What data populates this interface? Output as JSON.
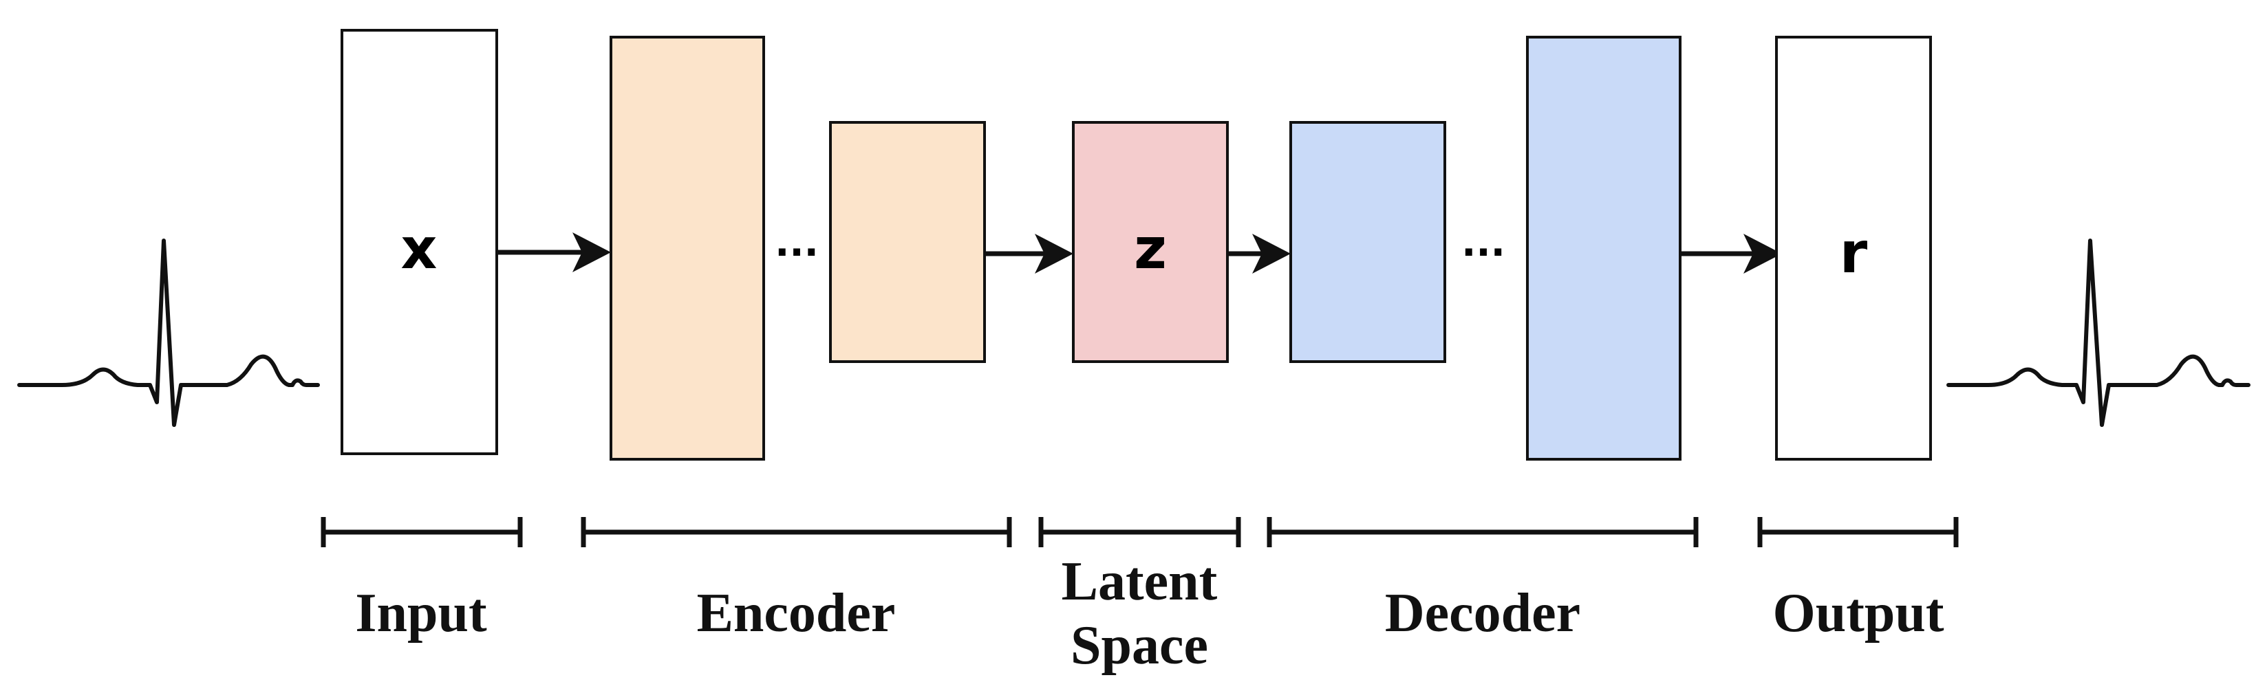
{
  "colors": {
    "encoder_fill": "#fce4cb",
    "latent_fill": "#f4cccd",
    "decoder_fill": "#c9daf8",
    "io_fill": "#ffffff",
    "stroke": "#111111"
  },
  "boxes": {
    "input": {
      "label": "x"
    },
    "latent": {
      "label": "z"
    },
    "output": {
      "label": "r"
    }
  },
  "ellipsis": {
    "encoder": "...",
    "decoder": "..."
  },
  "sections": {
    "input": "Input",
    "encoder": "Encoder",
    "latent_line1": "Latent",
    "latent_line2": "Space",
    "decoder": "Decoder",
    "output": "Output"
  }
}
